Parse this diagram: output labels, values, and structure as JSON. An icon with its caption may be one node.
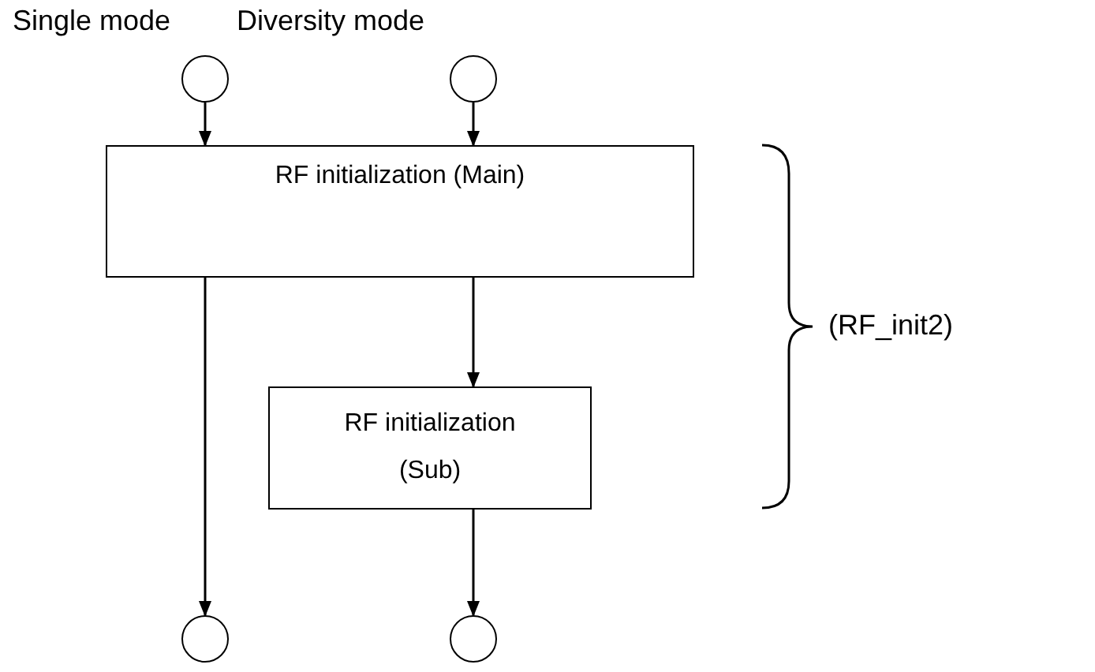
{
  "diagram": {
    "nodes": [
      {
        "text": [],
        "shape": "circle",
        "beside": [
          "Single mode"
        ]
      },
      {
        "text": [],
        "shape": "circle",
        "beside": [
          "Diversity mode"
        ]
      },
      {
        "text": [
          "RF initialization (Main)"
        ]
      },
      {
        "text": [
          "RF initialization",
          "(Sub)"
        ]
      },
      {
        "text": [],
        "shape": "circle"
      },
      {
        "text": [],
        "shape": "circle"
      }
    ],
    "edges": [
      {
        "from": 0,
        "to": 2,
        "arrow": "to"
      },
      {
        "from": 1,
        "to": 2,
        "arrow": "to"
      },
      {
        "from": 2,
        "to": 3,
        "arrow": "to"
      },
      {
        "from": 2,
        "to": 4,
        "arrow": "to"
      },
      {
        "from": 3,
        "to": 5,
        "arrow": "to"
      }
    ],
    "labels": [
      "(RF_init2)"
    ]
  }
}
